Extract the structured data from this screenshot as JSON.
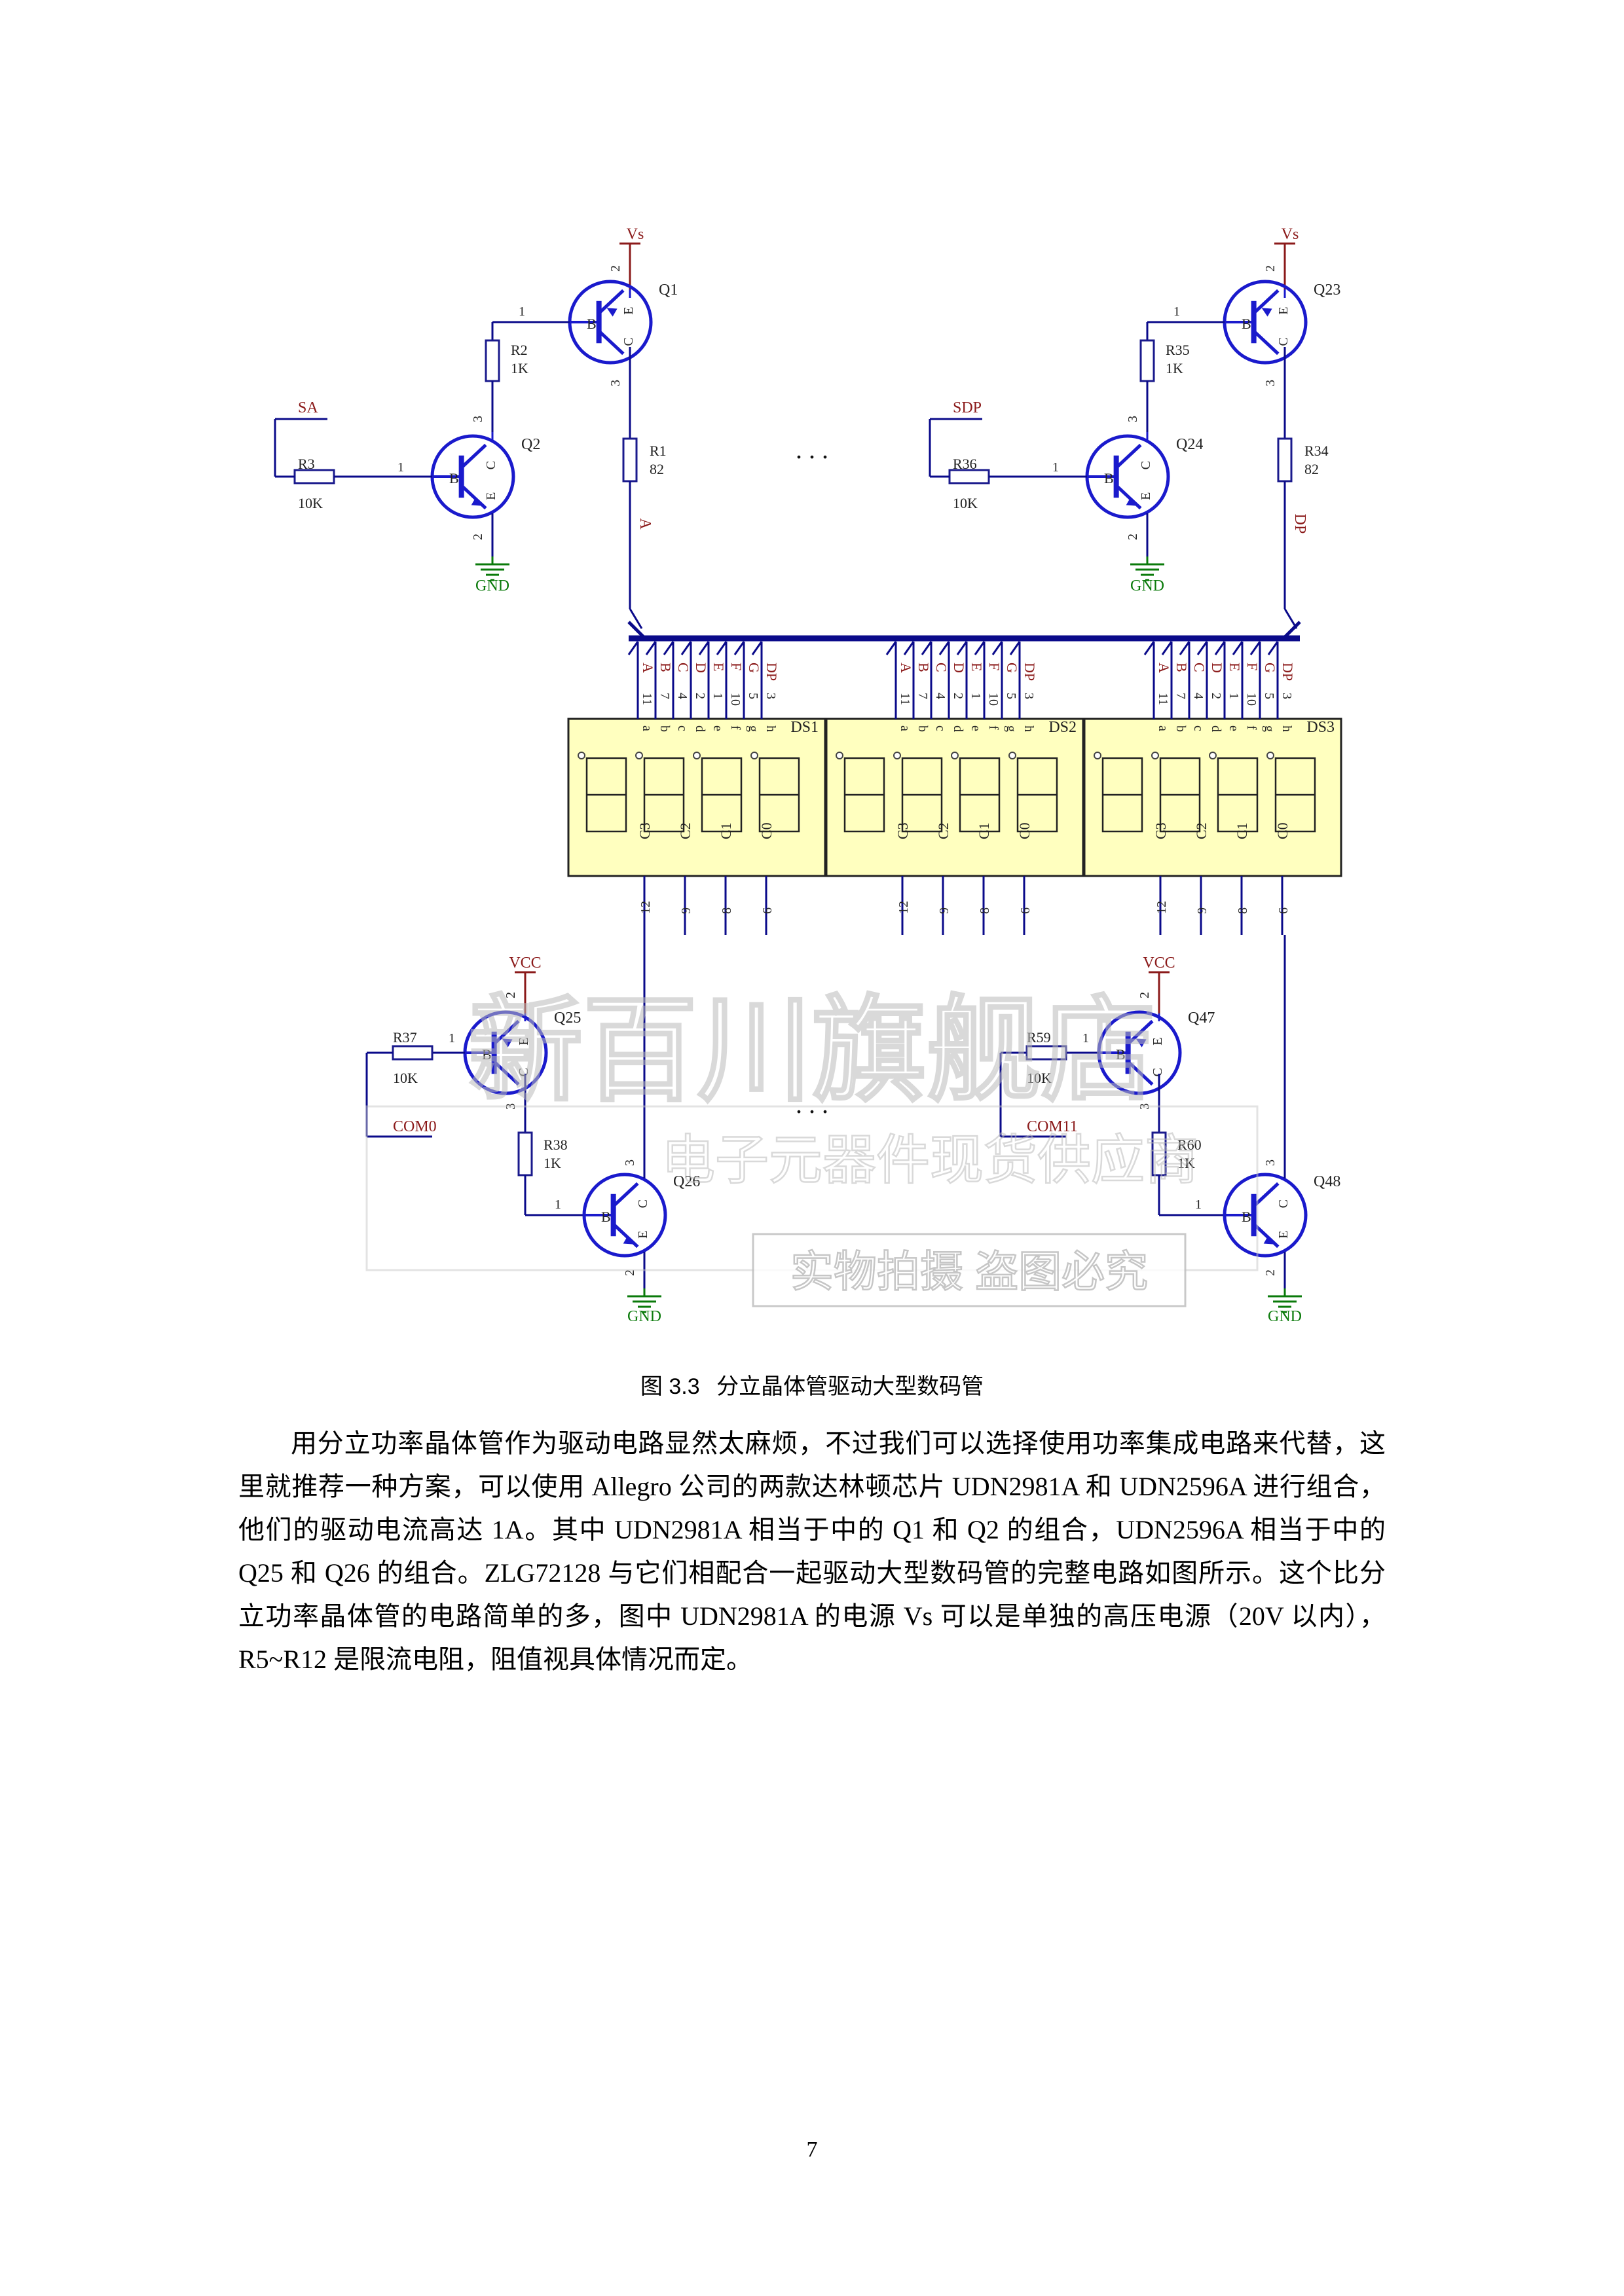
{
  "figure": {
    "top_left_stage": {
      "supply": "Vs",
      "q_top": "Q1",
      "q_bottom": "Q2",
      "r_base_top": {
        "name": "R2",
        "value": "1K"
      },
      "r_input": {
        "name": "R3",
        "value": "10K"
      },
      "r_limit": {
        "name": "R1",
        "value": "82"
      },
      "input": "SA",
      "ground": "GND",
      "net": "A"
    },
    "top_right_stage": {
      "supply": "Vs",
      "q_top": "Q23",
      "q_bottom": "Q24",
      "r_base_top": {
        "name": "R35",
        "value": "1K"
      },
      "r_input": {
        "name": "R36",
        "value": "10K"
      },
      "r_limit": {
        "name": "R34",
        "value": "82"
      },
      "input": "SDP",
      "ground": "GND",
      "net": "DP"
    },
    "bottom_left_stage": {
      "supply": "VCC",
      "q_top": "Q25",
      "q_bottom": "Q26",
      "r_input": {
        "name": "R37",
        "value": "10K"
      },
      "r_base_bottom": {
        "name": "R38",
        "value": "1K"
      },
      "input": "COM0",
      "ground": "GND"
    },
    "bottom_right_stage": {
      "supply": "VCC",
      "q_top": "Q47",
      "q_bottom": "Q48",
      "r_input": {
        "name": "R59",
        "value": "10K"
      },
      "r_base_bottom": {
        "name": "R60",
        "value": "1K"
      },
      "input": "COM11",
      "ground": "GND"
    },
    "ellipsis": ". . .",
    "pin_labels": {
      "base": "B",
      "collector": "C",
      "emitter": "E",
      "p1": "1",
      "p2": "2",
      "p3": "3"
    },
    "displays": [
      "DS1",
      "DS2",
      "DS3"
    ],
    "segment_nets": [
      "A",
      "B",
      "C",
      "D",
      "E",
      "F",
      "G",
      "DP"
    ],
    "segment_pins": [
      "11",
      "7",
      "4",
      "2",
      "1",
      "10",
      "5",
      "3"
    ],
    "segment_letters": [
      "a",
      "b",
      "c",
      "d",
      "e",
      "f",
      "g",
      "h"
    ],
    "common_labels": [
      "C3",
      "C2",
      "C1",
      "C0"
    ],
    "common_pins": [
      "12",
      "9",
      "8",
      "6"
    ],
    "colors": {
      "wire": "#0a0a8a",
      "transistor": "#1a1acc",
      "net_label": "#8b1a1a",
      "ground": "#0a7a0a",
      "display_fill": "#ffffbf",
      "component": "#1a1a8c"
    }
  },
  "watermark": {
    "line1": "新百川旗舰店",
    "line2": "电子元器件现货供应商",
    "line3": "实物拍摄 盗图必究"
  },
  "caption": {
    "number": "图 3.3",
    "title": "分立晶体管驱动大型数码管"
  },
  "paragraph": "用分立功率晶体管作为驱动电路显然太麻烦，不过我们可以选择使用功率集成电路来代替，这里就推荐一种方案，可以使用 Allegro 公司的两款达林顿芯片 UDN2981A 和 UDN2596A 进行组合，他们的驱动电流高达 1A。其中 UDN2981A 相当于中的 Q1 和 Q2 的组合，UDN2596A 相当于中的 Q25 和 Q26 的组合。ZLG72128 与它们相配合一起驱动大型数码管的完整电路如图所示。这个比分立功率晶体管的电路简单的多，图中 UDN2981A 的电源 Vs 可以是单独的高压电源（20V 以内），R5~R12 是限流电阻，阻值视具体情况而定。",
  "page_number": "7"
}
